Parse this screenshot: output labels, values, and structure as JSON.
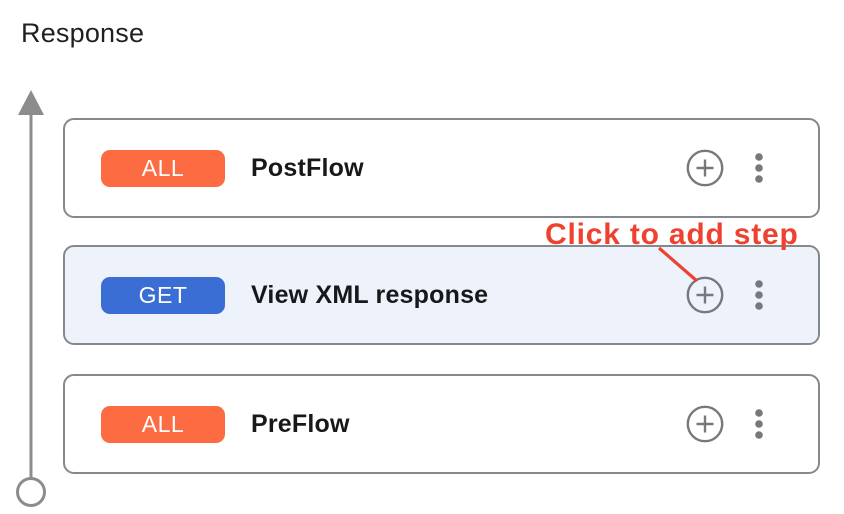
{
  "page": {
    "title": "Response"
  },
  "flow": {
    "cards": [
      {
        "badge": "ALL",
        "badge_color": "#fd6b42",
        "label": "PostFlow",
        "bg": "#ffffff",
        "selected": false
      },
      {
        "badge": "GET",
        "badge_color": "#3b6ed4",
        "label": "View XML response",
        "bg": "#edf2fb",
        "selected": true
      },
      {
        "badge": "ALL",
        "badge_color": "#fd6b42",
        "label": "PreFlow",
        "bg": "#ffffff",
        "selected": false
      }
    ]
  },
  "annotation": {
    "label": "Click to add step"
  },
  "icons": {
    "add_step": "plus-circle-icon",
    "card_menu": "kebab-menu-icon",
    "flow_direction": "up-arrow-icon",
    "flow_origin": "circle-node-icon"
  },
  "colors": {
    "badge_all": "#fd6b42",
    "badge_get": "#3b6ed4",
    "selected_card_bg": "#edf2fb",
    "card_border": "#85898d",
    "icon_gray": "#76787b",
    "arrow_gray": "#8c8c8c",
    "annotation_red": "#ee4130",
    "label_text": "#17181a",
    "title_text": "#1f2023"
  }
}
